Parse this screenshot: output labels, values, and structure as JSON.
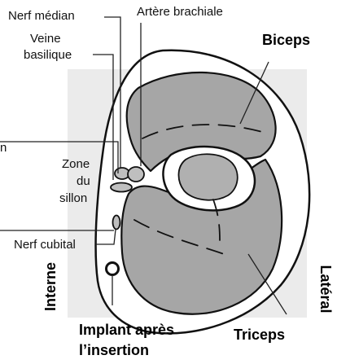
{
  "labels": {
    "nerf_median": "Nerf médian",
    "artere_brachiale": "Artère brachiale",
    "veine_basilique": [
      "Veine",
      "basilique"
    ],
    "biceps": "Biceps",
    "zone_sillon": [
      "Zone",
      "du",
      "sillon"
    ],
    "nerf_cubital": "Nerf cubital",
    "interne": "Interne",
    "lateral": "Latéral",
    "implant": [
      "Implant après",
      "l’insertion"
    ],
    "triceps": "Triceps",
    "clipped_left_edge": "n"
  },
  "colors": {
    "background_panel": "#ebebeb",
    "muscle_fill": "#a6a6a6",
    "bone_fill": "#b0b0b0",
    "outline": "#111111"
  }
}
